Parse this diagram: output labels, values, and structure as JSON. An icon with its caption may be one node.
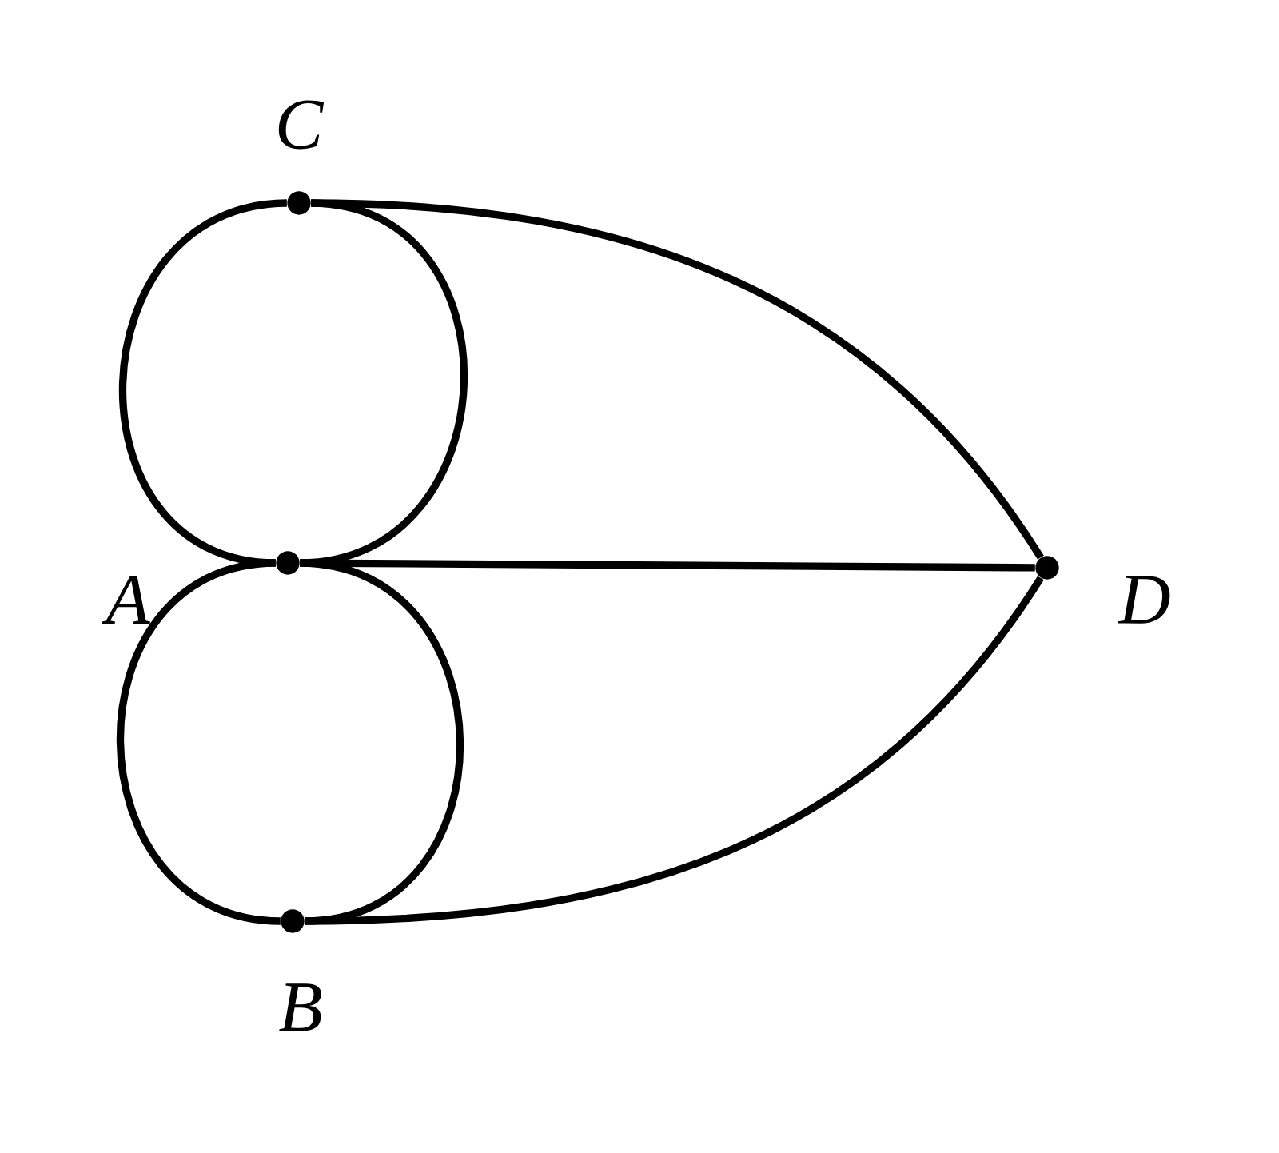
{
  "diagram": {
    "nodes": [
      {
        "text": [],
        "shape": "circle",
        "beside": [
          "C"
        ]
      },
      {
        "text": [],
        "shape": "circle",
        "beside": [
          "A"
        ]
      },
      {
        "text": [],
        "shape": "circle",
        "beside": [
          "B"
        ]
      },
      {
        "text": [],
        "shape": "circle",
        "beside": [
          "D"
        ]
      }
    ],
    "edges": [
      {
        "from": 0,
        "to": 1,
        "arrow": "none"
      },
      {
        "from": 0,
        "to": 1,
        "arrow": "none"
      },
      {
        "from": 1,
        "to": 2,
        "arrow": "none"
      },
      {
        "from": 1,
        "to": 2,
        "arrow": "none"
      },
      {
        "from": 0,
        "to": 3,
        "arrow": "none"
      },
      {
        "from": 1,
        "to": 3,
        "arrow": "none"
      },
      {
        "from": 2,
        "to": 3,
        "arrow": "none"
      }
    ]
  }
}
